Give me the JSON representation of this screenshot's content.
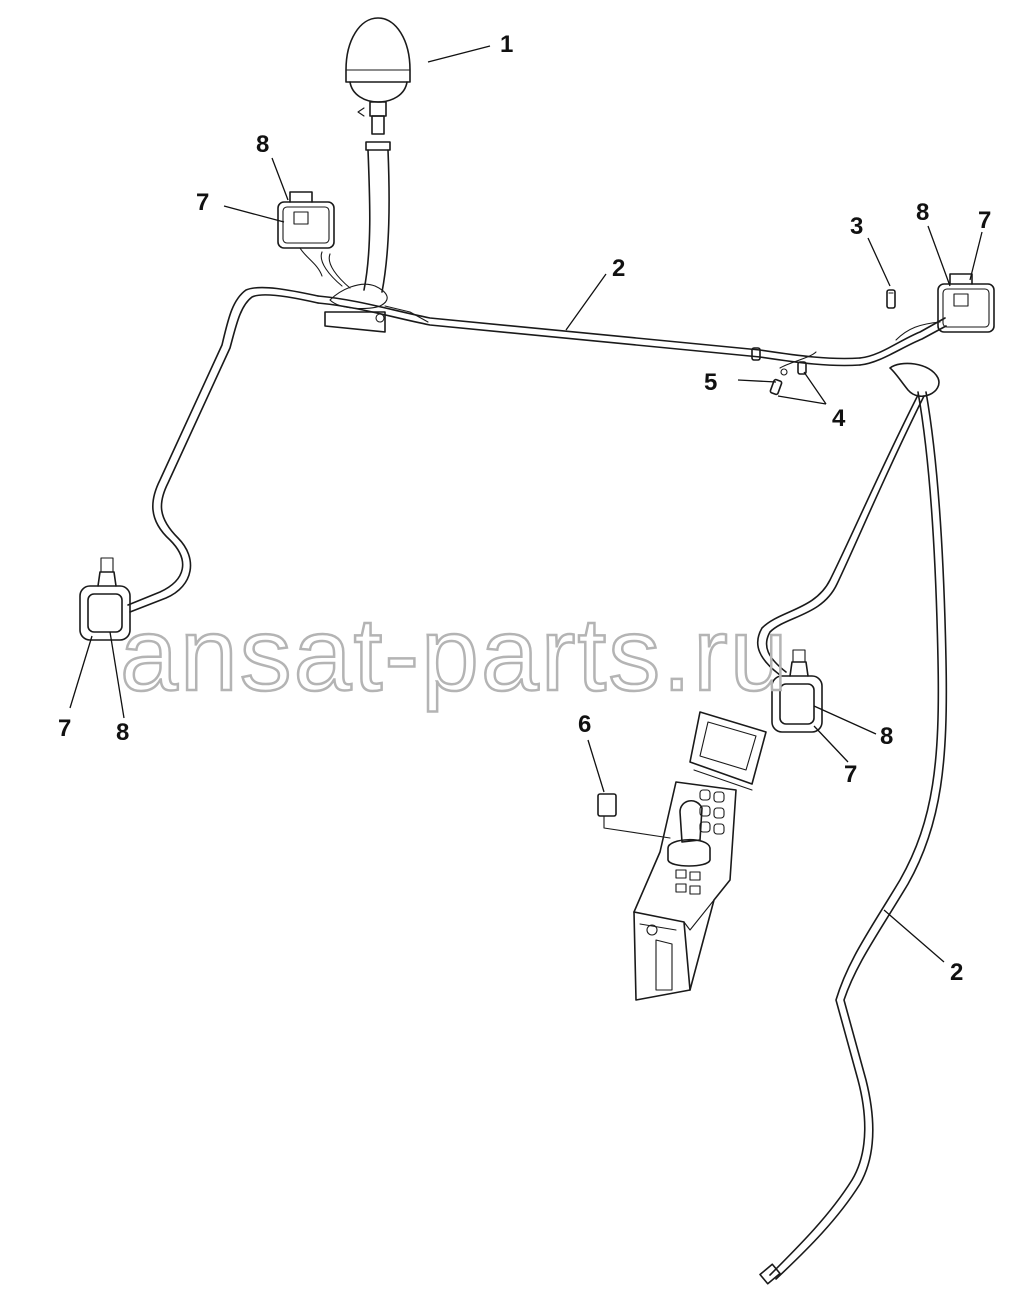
{
  "callouts": {
    "c1": "1",
    "c2a": "2",
    "c2b": "2",
    "c3": "3",
    "c4": "4",
    "c5": "5",
    "c6": "6",
    "c7a": "7",
    "c7b": "7",
    "c7c": "7",
    "c7d": "7",
    "c8a": "8",
    "c8b": "8",
    "c8c": "8",
    "c8d": "8"
  },
  "watermark": "ansat-parts.ru",
  "colors": {
    "line": "#1a1a1a",
    "watermark": "#b4b4b4",
    "background": "#ffffff"
  }
}
